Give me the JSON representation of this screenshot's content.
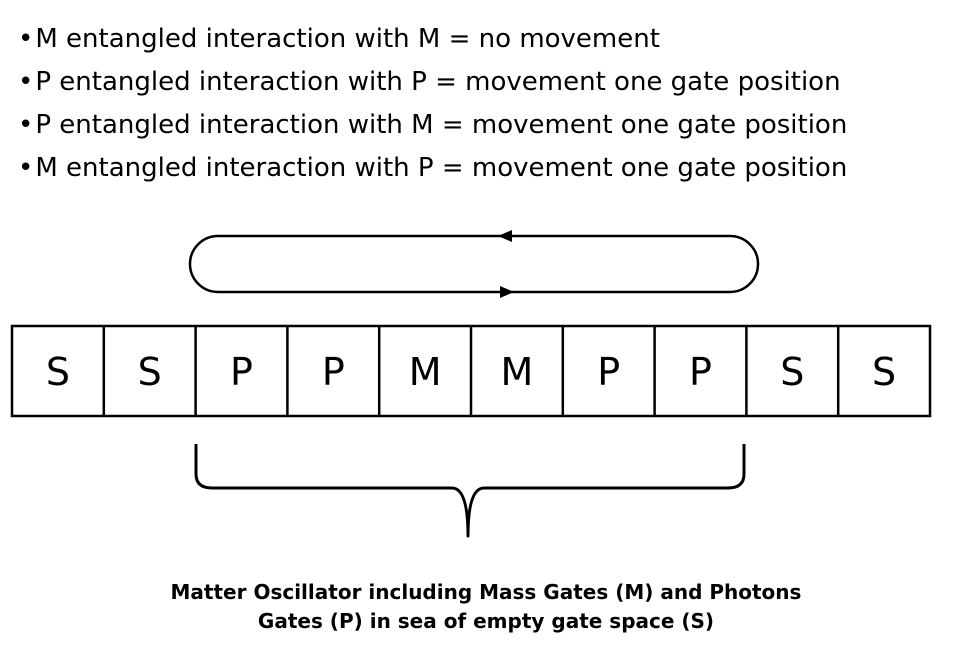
{
  "bullets": [
    "M entangled interaction with M = no movement",
    "P entangled interaction with P = movement one gate position",
    "P entangled interaction with M = movement one gate position",
    "M entangled interaction with P = movement one gate position"
  ],
  "gates": [
    "S",
    "S",
    "P",
    "P",
    "M",
    "M",
    "P",
    "P",
    "S",
    "S"
  ],
  "caption": {
    "line1": "Matter Oscillator including Mass Gates (M) and Photons",
    "line2": "Gates (P) in sea of empty gate space (S)"
  }
}
